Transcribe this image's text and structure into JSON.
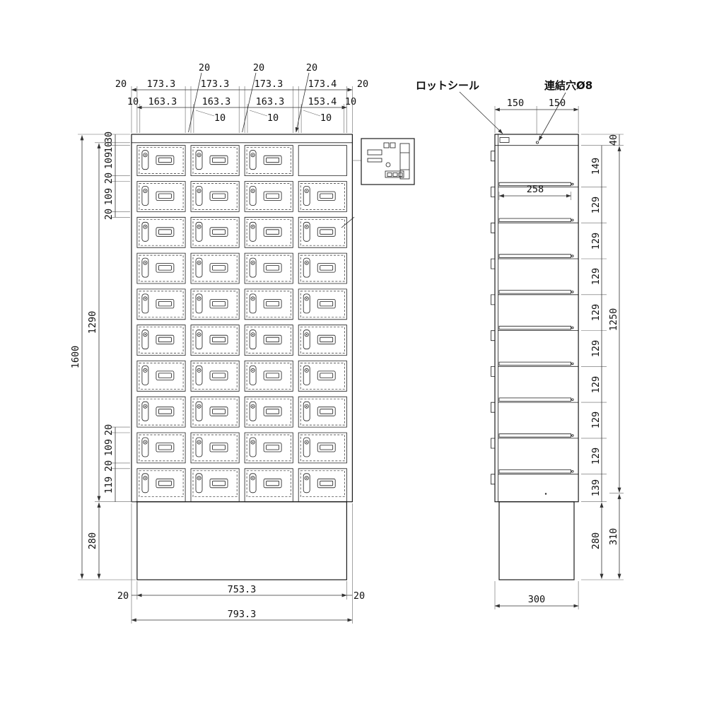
{
  "front": {
    "gap_dims": [
      "20",
      "20",
      "20"
    ],
    "top_dims": [
      "20",
      "173.3",
      "173.3",
      "173.3",
      "173.4",
      "20"
    ],
    "opening_dims": [
      "10",
      "163.3",
      "163.3",
      "163.3",
      "153.4",
      "10"
    ],
    "inset_dims": [
      "10",
      "10",
      "10"
    ],
    "overall_height": "1600",
    "body_height": "1290",
    "left_top_dims": [
      "30",
      "10",
      "109",
      "20",
      "109",
      "20"
    ],
    "left_bottom_dims": [
      "20",
      "109",
      "20",
      "119"
    ],
    "base_height": "280",
    "bottom_dims": [
      "20",
      "753.3",
      "20"
    ],
    "overall_width": "793.3"
  },
  "side": {
    "lot_seal_label": "ロットシール",
    "joint_hole_label": "連結穴Ø8",
    "top_dims": [
      "150",
      "150"
    ],
    "shelf_depth": "258",
    "pitch_dims": [
      "149",
      "129",
      "129",
      "129",
      "129",
      "129",
      "129",
      "129",
      "129",
      "139",
      "280"
    ],
    "outer_dims": [
      "40",
      "1250",
      "310"
    ],
    "depth": "300"
  }
}
